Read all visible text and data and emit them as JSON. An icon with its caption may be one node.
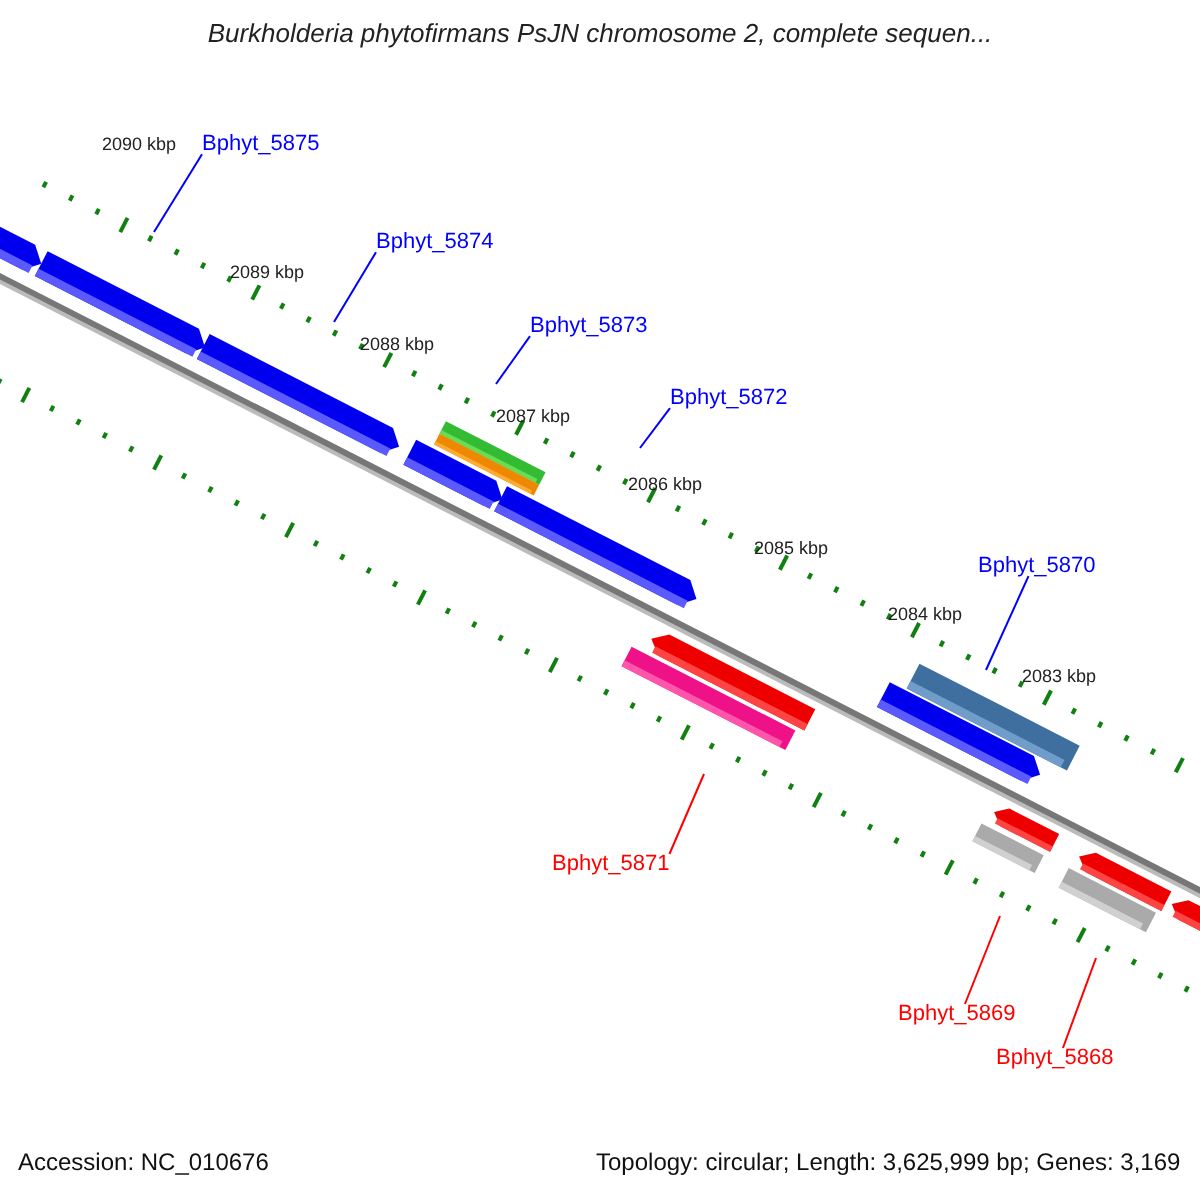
{
  "diagram": {
    "title": "Burkholderia phytofirmans PsJN chromosome 2, complete sequen...",
    "nodes": [
      {
        "text": [
          "Bphyt_5875"
        ]
      },
      {
        "text": [
          "Bphyt_5874"
        ]
      },
      {
        "text": [
          "Bphyt_5873"
        ]
      },
      {
        "text": [
          "Bphyt_5872"
        ]
      },
      {
        "text": [
          "Bphyt_5870"
        ]
      },
      {
        "text": [
          "Bphyt_5871"
        ]
      },
      {
        "text": [
          "Bphyt_5869"
        ]
      },
      {
        "text": [
          "Bphyt_5868"
        ]
      }
    ],
    "edges": [
      {
        "from": 0,
        "to": null,
        "arrow": "none"
      },
      {
        "from": 1,
        "to": null,
        "arrow": "none"
      },
      {
        "from": 2,
        "to": null,
        "arrow": "none"
      },
      {
        "from": 3,
        "to": null,
        "arrow": "none"
      },
      {
        "from": 4,
        "to": null,
        "arrow": "none"
      },
      {
        "from": 5,
        "to": null,
        "arrow": "none",
        "color": "#ff0000"
      },
      {
        "from": 6,
        "to": null,
        "arrow": "none",
        "color": "#ff0000"
      },
      {
        "from": 7,
        "to": null,
        "arrow": "none",
        "color": "#ff0000"
      }
    ],
    "labels": [
      "2090 kbp",
      "2089 kbp",
      "2088 kbp",
      "2087 kbp",
      "2086 kbp",
      "2085 kbp",
      "2084 kbp",
      "2083 kbp",
      "Accession: NC_010676",
      "Topology: circular; Length: 3,625,999 bp; Genes: 3,169"
    ]
  }
}
